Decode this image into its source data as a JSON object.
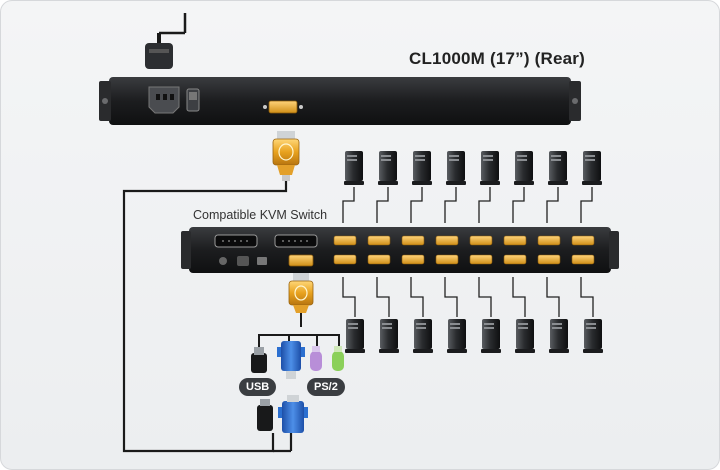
{
  "console": {
    "title": "CL1000M (17”) (Rear)"
  },
  "kvm_switch": {
    "label": "Compatible KVM Switch"
  },
  "connectors": {
    "usb_label": "USB",
    "ps2_label": "PS/2"
  },
  "computers": {
    "top_count": 8,
    "bottom_count": 8
  },
  "icons": [
    "power-cord-icon",
    "power-socket-icon",
    "power-switch-icon",
    "vga-port-icon",
    "kvm-cable-connector-icon",
    "computer-tower-icon",
    "usb-plug-icon",
    "ps2-plug-icon",
    "vga-plug-icon"
  ],
  "colors": {
    "device_body": "#1c1d1f",
    "connector_gold": "#e8a21e",
    "port_gold": "#e6a52a",
    "vga_blue": "#2b6fd0",
    "ps2_purple": "#b88ed8",
    "ps2_green": "#8bd05a",
    "cable": "#1a1a1a"
  }
}
